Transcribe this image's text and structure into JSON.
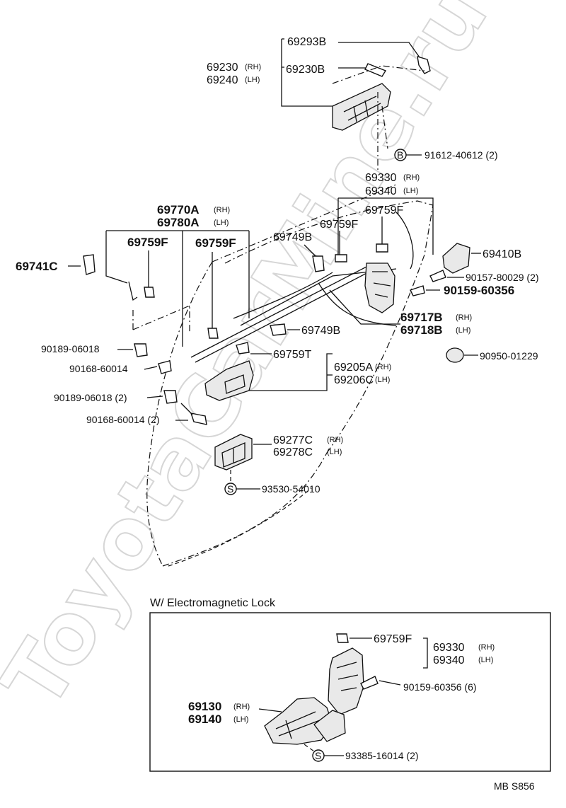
{
  "watermark": "ToyotaCarMine.ru",
  "footer_code": "MB  S856",
  "inset_title": "W/ Electromagnetic Lock",
  "labels": {
    "p69293B": "69293B",
    "p69230B": "69230B",
    "p69230": "69230",
    "p69240": "69240",
    "p91612": "91612-40612 (2)",
    "p69330": "69330",
    "p69340": "69340",
    "p69759F_r": "69759F",
    "p69759F_m": "69759F",
    "p69770A": "69770A",
    "p69780A": "69780A",
    "p69749B_t": "69749B",
    "p69410B": "69410B",
    "p90157": "90157-80029 (2)",
    "p90159": "90159-60356",
    "p69759F_l": "69759F",
    "p69759F_c": "69759F",
    "p69741C": "69741C",
    "p69717B": "69717B",
    "p69718B": "69718B",
    "p69749B_b": "69749B",
    "p90189a": "90189-06018",
    "p69759T": "69759T",
    "p90950": "90950-01229",
    "p90168a": "90168-60014",
    "p69205A": "69205A",
    "p69206C": "69206C",
    "p90189b": "90189-06018 (2)",
    "p90168b": "90168-60014 (2)",
    "p69277C": "69277C",
    "p69278C": "69278C",
    "p93530": "93530-54010",
    "i69759F": "69759F",
    "i69330": "69330",
    "i69340": "69340",
    "i90159": "90159-60356 (6)",
    "i69130": "69130",
    "i69140": "69140",
    "i93385": "93385-16014 (2)"
  },
  "side": {
    "rh": "(RH)",
    "lh": "(LH)"
  },
  "callouts": {
    "B": "B",
    "S1": "S",
    "S2": "S"
  }
}
